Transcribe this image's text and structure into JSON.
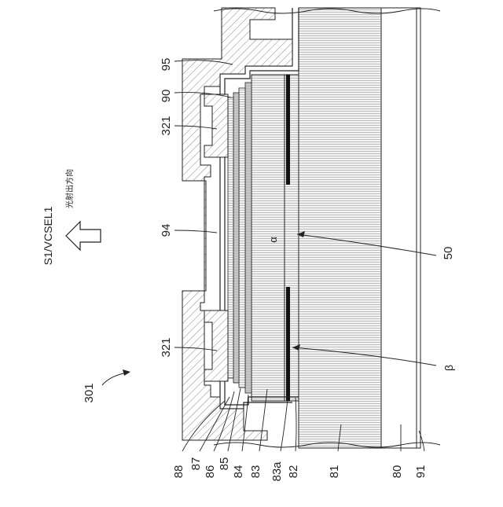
{
  "figure": {
    "ref_main": "301",
    "direction_label_line1": "S1/VCSEL1",
    "direction_label_line2": "光射出方向",
    "alpha_label": "α",
    "beta_label": "β",
    "labels_left": {
      "l95": "95",
      "l90": "90",
      "l321_top": "321",
      "l94": "94",
      "l321_bottom": "321"
    },
    "labels_bottom": [
      "88",
      "87",
      "86",
      "85",
      "84",
      "83",
      "83a",
      "82",
      "81",
      "80",
      "91"
    ],
    "label_50": "50"
  }
}
